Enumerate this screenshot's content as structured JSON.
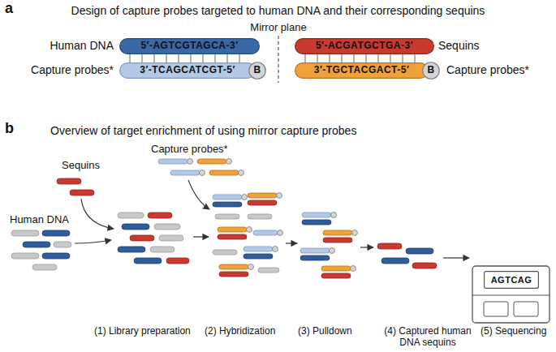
{
  "diagram": {
    "nodes": [
      {
        "text": [
          "5′-AGTCGTAGCA-3′"
        ]
      },
      {
        "text": [
          "3′-TCAGCATCGT-5′"
        ]
      },
      {
        "text": [
          "B"
        ]
      },
      {
        "text": [
          "5′-ACGATGCTGA-3′"
        ]
      },
      {
        "text": [
          "3′-TGCTACGACT-5′"
        ]
      },
      {
        "text": [
          "B"
        ]
      },
      {
        "text": [
          "AGTCAG"
        ]
      }
    ],
    "labels": [
      "a",
      "Design of capture probes targeted to human DNA and their corresponding sequins",
      "Mirror plane",
      "Human DNA",
      "Capture probes*",
      "Sequins",
      "Capture probes*",
      "b",
      "Overview of target enrichment of using mirror capture probes",
      "Sequins",
      "Capture probes*",
      "Human DNA",
      "(1) Library preparation",
      "(2) Hybridization",
      "(3) Pulldown",
      "(4) Captured human DNA sequins",
      "(5) Sequencing"
    ]
  }
}
